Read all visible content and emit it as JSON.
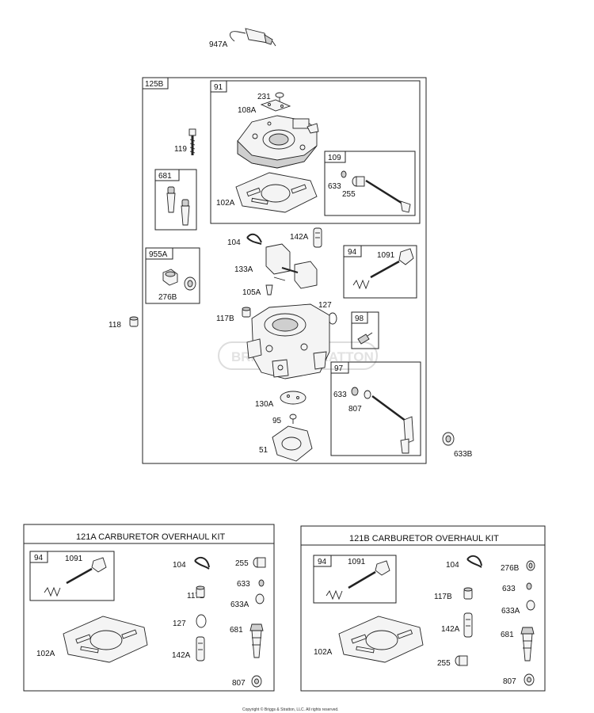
{
  "diagram": {
    "watermark": "BRIGGS & STRATTON",
    "copyright": "Copyright © Briggs & Stratton, LLC. All rights reserved.",
    "main_labels": {
      "p947a": "947A",
      "p125b": "125B",
      "p91": "91",
      "p231": "231",
      "p108a": "108A",
      "p119": "119",
      "p109": "109",
      "p633_109": "633",
      "p255_109": "255",
      "p681": "681",
      "p102a": "102A",
      "p104": "104",
      "p142a": "142A",
      "p955a": "955A",
      "p94": "94",
      "p1091": "1091",
      "p133a": "133A",
      "p276b": "276B",
      "p105a": "105A",
      "p127": "127",
      "p117b": "117B",
      "p118": "118",
      "p98": "98",
      "p97": "97",
      "p633_97": "633",
      "p807_97": "807",
      "p130a": "130A",
      "p95": "95",
      "p51": "51",
      "p633b": "633B"
    },
    "kit_a": {
      "title": "121A CARBURETOR OVERHAUL KIT",
      "p94": "94",
      "p1091": "1091",
      "p104": "104",
      "p255": "255",
      "p633": "633",
      "p117b": "117B",
      "p633a": "633A",
      "p127": "127",
      "p681": "681",
      "p102a": "102A",
      "p142a": "142A",
      "p807": "807"
    },
    "kit_b": {
      "title": "121B CARBURETOR OVERHAUL KIT",
      "p94": "94",
      "p1091": "1091",
      "p104": "104",
      "p276b": "276B",
      "p633": "633",
      "p117b": "117B",
      "p633a": "633A",
      "p142a": "142A",
      "p681": "681",
      "p102a": "102A",
      "p255": "255",
      "p807": "807"
    }
  }
}
